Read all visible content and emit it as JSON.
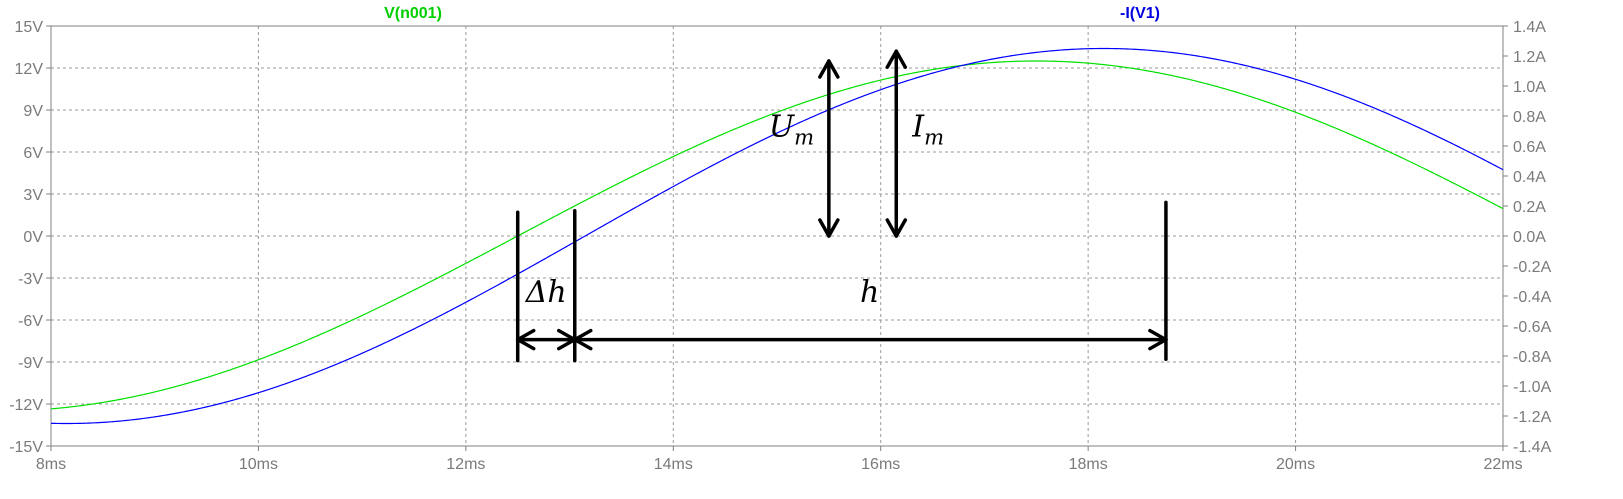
{
  "chart_data": {
    "type": "line",
    "x_ticks": [
      "8ms",
      "10ms",
      "12ms",
      "14ms",
      "16ms",
      "18ms",
      "20ms",
      "22ms"
    ],
    "xlim_ms": [
      8,
      22
    ],
    "y_left_ticks": [
      "15V",
      "12V",
      "9V",
      "6V",
      "3V",
      "0V",
      "-3V",
      "-6V",
      "-9V",
      "-12V",
      "-15V"
    ],
    "ylim_left_V": [
      -15,
      15
    ],
    "y_right_ticks": [
      "1.4A",
      "1.2A",
      "1.0A",
      "0.8A",
      "0.6A",
      "0.4A",
      "0.2A",
      "0.0A",
      "-0.2A",
      "-0.4A",
      "-0.6A",
      "-0.8A",
      "-1.0A",
      "-1.2A",
      "-1.4A"
    ],
    "ylim_right_A": [
      -1.4,
      1.4
    ],
    "grid": true,
    "series": [
      {
        "name": "V(n001)",
        "color": "#00e000",
        "axis": "left",
        "amplitude": 12.5,
        "frequency_hz": 50,
        "zero_crossing_rising_ms": 12.5,
        "unit": "V"
      },
      {
        "name": "-I(V1)",
        "color": "#0000ff",
        "axis": "right",
        "amplitude": 1.25,
        "frequency_hz": 50,
        "zero_crossing_rising_ms": 13.15,
        "unit": "A"
      }
    ],
    "annotations": {
      "Um": {
        "label": "U",
        "sub": "m",
        "x_ms": 15.5,
        "from_V": 0,
        "to_V": 12.5
      },
      "Im": {
        "label": "I",
        "sub": "m",
        "x_ms": 16.15,
        "from_V": 0,
        "to_V": 13.2
      },
      "dh": {
        "label": "Δh",
        "from_ms": 12.5,
        "to_ms": 13.05,
        "y_V": -7.4
      },
      "h": {
        "label": "h",
        "from_ms": 13.05,
        "to_ms": 18.75,
        "y_V": -7.4
      }
    }
  }
}
